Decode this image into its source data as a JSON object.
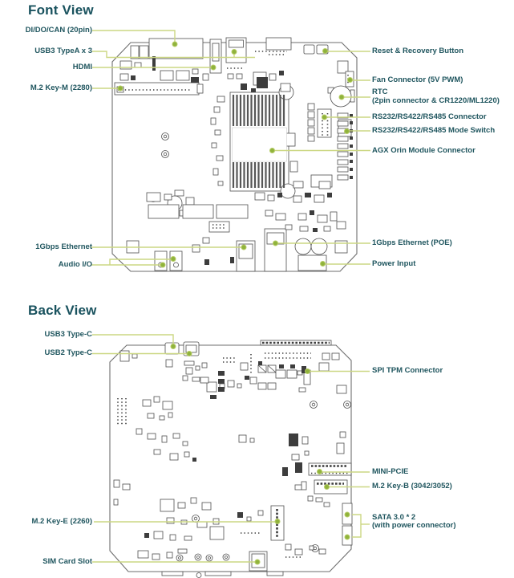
{
  "colors": {
    "title_text": "#19525e",
    "label_text": "#20565f",
    "callout_line": "#ccd783",
    "callout_dot": "#90b33c",
    "board_outline": "#6e6e6e",
    "background": "#ffffff"
  },
  "front_view": {
    "title": "Font View",
    "labels_left": [
      {
        "text": "DI/DO/CAN (20pin)"
      },
      {
        "text": "USB3 TypeA x 3"
      },
      {
        "text": "HDMI"
      },
      {
        "text": "M.2 Key-M (2280)"
      },
      {
        "text": "1Gbps Ethernet"
      },
      {
        "text": "Audio I/O"
      }
    ],
    "labels_right": [
      {
        "text": "Reset & Recovery Button"
      },
      {
        "text": "Fan Connector (5V PWM)"
      },
      {
        "text": "RTC",
        "text2": "(2pin connector & CR1220/ML1220)"
      },
      {
        "text": "RS232/RS422/RS485 Connector"
      },
      {
        "text": "RS232/RS422/RS485 Mode Switch"
      },
      {
        "text": "AGX Orin Module Connector"
      },
      {
        "text": "1Gbps Ethernet (POE)"
      },
      {
        "text": "Power Input"
      }
    ]
  },
  "back_view": {
    "title": "Back View",
    "labels_left": [
      {
        "text": "USB3 Type-C"
      },
      {
        "text": "USB2 Type-C"
      },
      {
        "text": "M.2 Key-E (2260)"
      },
      {
        "text": "SIM Card Slot"
      }
    ],
    "labels_right": [
      {
        "text": "SPI TPM Connector"
      },
      {
        "text": "MINI-PCIE"
      },
      {
        "text": "M.2 Key-B (3042/3052)"
      },
      {
        "text": "SATA 3.0 * 2",
        "text2": "(with power connector)"
      }
    ]
  }
}
